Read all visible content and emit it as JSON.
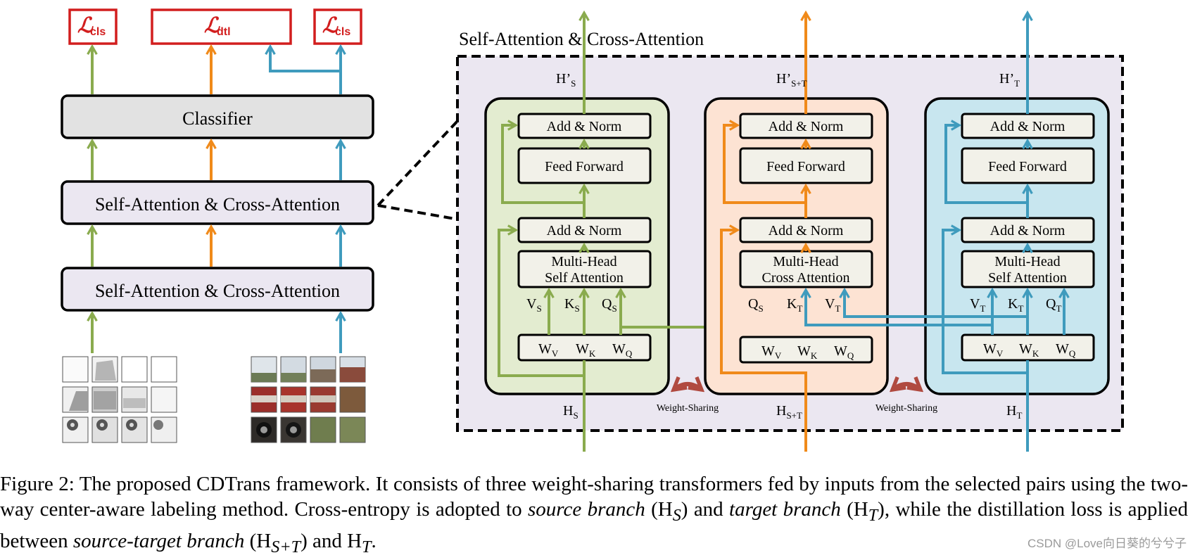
{
  "left_stack": {
    "loss_cls_label": "cls",
    "loss_dtl_label": "dtl",
    "classifier": "Classifier",
    "layer_top": "Self-Attention & Cross-Attention",
    "layer_bottom": "Self-Attention & Cross-Attention"
  },
  "panel": {
    "title": "Self-Attention & Cross-Attention",
    "weight_sharing": "Weight-Sharing",
    "blocks": {
      "source": {
        "out_base": "H’",
        "out_sub": "S",
        "in_base": "H",
        "in_sub": "S",
        "add_norm": "Add & Norm",
        "feed_forward": "Feed Forward",
        "attn_line1": "Multi-Head",
        "attn_line2": "Self Attention",
        "v": "V",
        "v_sub": "S",
        "k": "K",
        "k_sub": "S",
        "q": "Q",
        "q_sub": "S"
      },
      "mixed": {
        "out_base": "H’",
        "out_sub": "S+T",
        "in_base": "H",
        "in_sub": "S+T",
        "add_norm": "Add & Norm",
        "feed_forward": "Feed Forward",
        "attn_line1": "Multi-Head",
        "attn_line2": "Cross Attention",
        "q": "Q",
        "q_sub": "S",
        "k": "K",
        "k_sub": "T",
        "v": "V",
        "v_sub": "T"
      },
      "target": {
        "out_base": "H’",
        "out_sub": "T",
        "in_base": "H",
        "in_sub": "T",
        "add_norm": "Add & Norm",
        "feed_forward": "Feed Forward",
        "attn_line1": "Multi-Head",
        "attn_line2": "Self Attention",
        "v": "V",
        "v_sub": "T",
        "k": "K",
        "k_sub": "T",
        "q": "Q",
        "q_sub": "T"
      }
    },
    "weights": {
      "wv": "W",
      "wv_sub": "V",
      "wk": "W",
      "wk_sub": "K",
      "wq": "W",
      "wq_sub": "Q"
    }
  },
  "caption": {
    "part1": "Figure 2: The proposed CDTrans framework. It consists of three weight-sharing transformers fed by inputs from the selected pairs using the two-way center-aware labeling method. Cross-entropy is adopted to ",
    "source_branch": "source branch",
    "part2a": " (H",
    "sub_s": "S",
    "part2b": ") and ",
    "target_branch": "target branch",
    "part3a": " (H",
    "sub_t": "T",
    "part3b": "), while the distillation loss is applied between ",
    "st_branch": "source-target branch",
    "part4a": " (H",
    "sub_st": "S+T",
    "part4b": ") and H",
    "sub_t2": "T",
    "part4c": "."
  },
  "watermark": "CSDN @Love向日葵的兮兮子",
  "colors": {
    "green": "#8aab4e",
    "orange": "#f08a1a",
    "blue": "#3f9bbd",
    "loss_red": "#d21e1e",
    "panel_bg": "#ebe7f1",
    "source_bg": "#e3ecd0",
    "mixed_bg": "#fde3d3",
    "target_bg": "#c8e6ef",
    "module_bg": "#f2f1e9",
    "classifier_bg": "#e2e2e2",
    "weight_arc": "#b04a40"
  }
}
